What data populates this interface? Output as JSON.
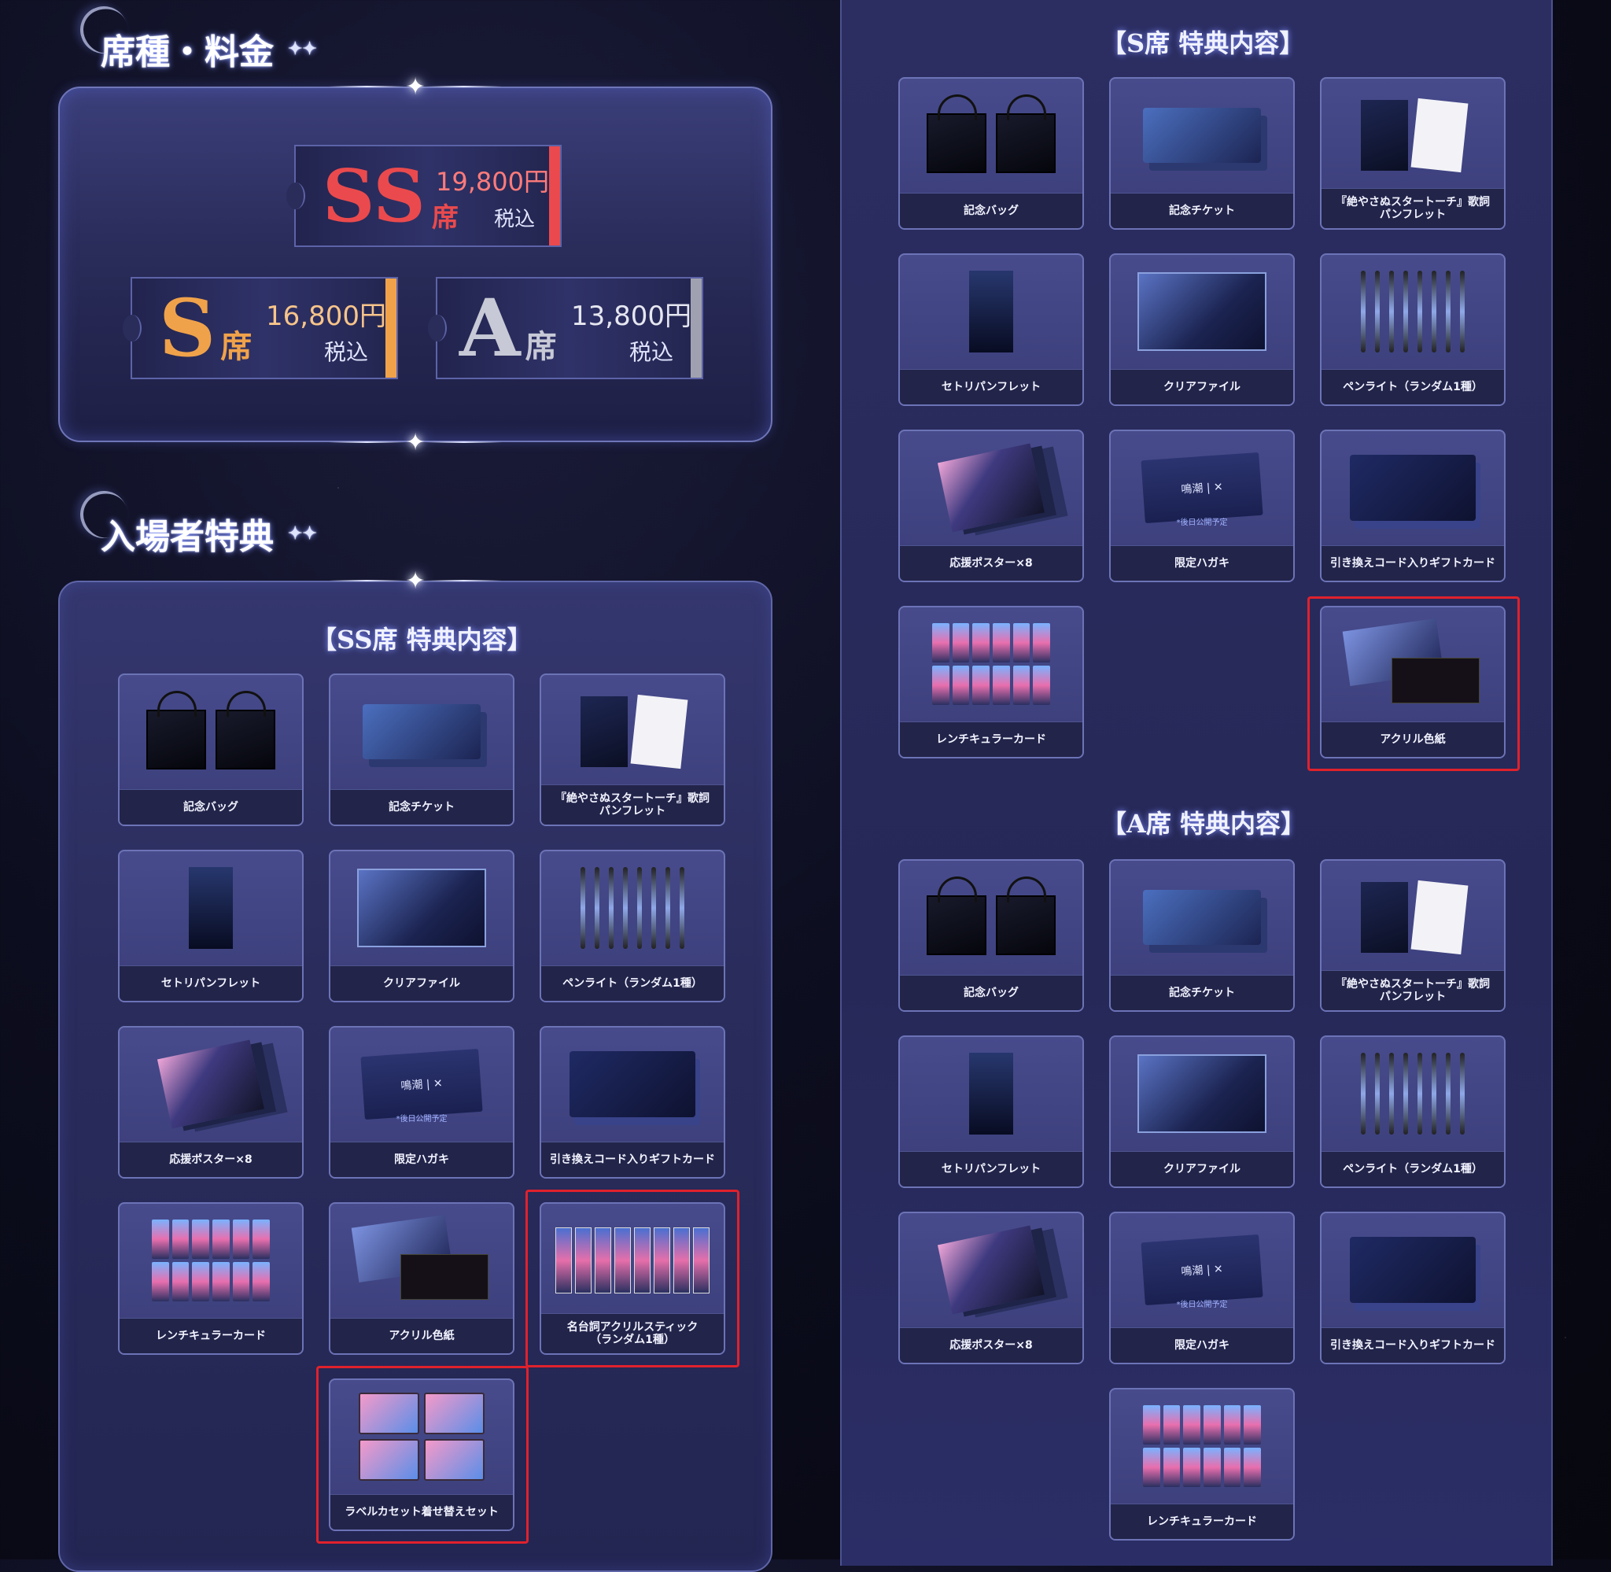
{
  "price_section": {
    "title": "席種・料金",
    "tickets": [
      {
        "grade": "SS",
        "seat": "席",
        "price": "19,800円",
        "tax": "税込",
        "color": "#ea4a4d"
      },
      {
        "grade": "S",
        "seat": "席",
        "price": "16,800円",
        "tax": "税込",
        "color": "#f0a24a"
      },
      {
        "grade": "A",
        "seat": "席",
        "price": "13,800円",
        "tax": "税込",
        "color": "#c7c9d6"
      }
    ]
  },
  "benefit_section": {
    "title": "入場者特典",
    "ss_heading": "【SS席 特典内容】",
    "s_heading": "【S席 特典内容】",
    "a_heading": "【A席 特典内容】",
    "postcard_note": "*後日公開予定",
    "postcard_logo": "鳴潮 | ✕",
    "items": {
      "bag": "記念バッグ",
      "ticket": "記念チケット",
      "lyrics": "『絶やさぬスタートーチ』歌詞\nパンフレット",
      "setlist": "セトリパンフレット",
      "clearfile": "クリアファイル",
      "penlight": "ペンライト（ランダム1種）",
      "poster": "応援ポスター×8",
      "postcard": "限定ハガキ",
      "giftcard": "引き換えコード入りギフトカード",
      "lenticular": "レンチキュラーカード",
      "acrylic_shikishi": "アクリル色紙",
      "acrylic_stick": "名台詞アクリルスティック\n（ランダム1種）",
      "cassette": "ラベルカセット着せ替えセット"
    }
  },
  "colors": {
    "highlight": "#e0212c",
    "accent": "#7c8dff"
  }
}
